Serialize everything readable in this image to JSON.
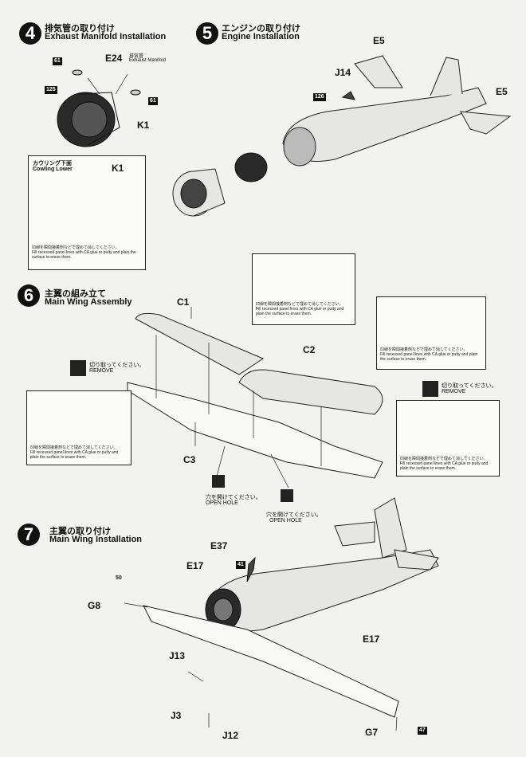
{
  "step4": {
    "number": "4",
    "title_jp": "排気管の取り付け",
    "title_en": "Exhaust Manifold Installation"
  },
  "step5": {
    "number": "5",
    "title_jp": "エンジンの取り付け",
    "title_en": "Engine Installation"
  },
  "step6": {
    "number": "6",
    "title_jp": "主翼の組み立て",
    "title_en": "Main Wing Assembly"
  },
  "step7": {
    "number": "7",
    "title_jp": "主翼の取り付け",
    "title_en": "Main Wing Installation"
  },
  "parts": {
    "e24": "E24",
    "e24_jp": "排気管",
    "e24_en": "Exhaust Manifold",
    "k1": "K1",
    "n61": "61",
    "n125": "125",
    "n126": "126",
    "e5": "E5",
    "j14": "J14",
    "c1": "C1",
    "c2": "C2",
    "c3": "C3",
    "e37": "E37",
    "n41": "41",
    "e17": "E17",
    "n50": "50",
    "g8": "G8",
    "j13": "J13",
    "j3": "J3",
    "j12": "J12",
    "g7": "G7",
    "n47": "47"
  },
  "cowling": {
    "jp": "カウリング下面",
    "en": "Cowling Lower",
    "part": "K1"
  },
  "fill_note": {
    "jp": "凹線を瞬間接着剤などで埋めて消してください。",
    "en": "Fill recessed panel lines with CA glue or putty and plain the surface to erase them."
  },
  "remove": {
    "jp": "切り取ってください。",
    "en": "REMOVE"
  },
  "open_hole": {
    "jp": "穴を開けてください。",
    "en": "OPEN HOLE"
  }
}
